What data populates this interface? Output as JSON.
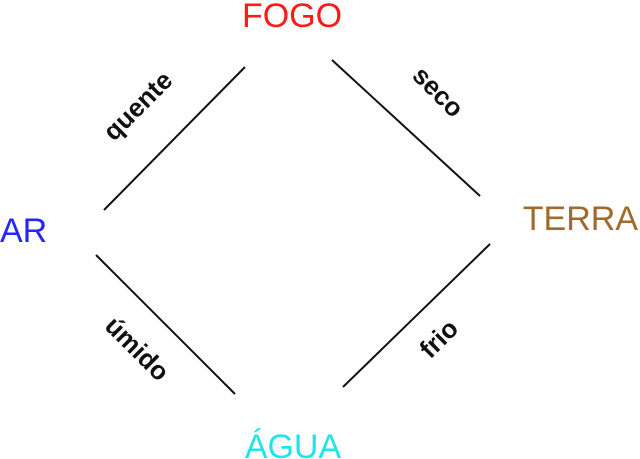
{
  "elements": {
    "fire": {
      "label": "FOGO",
      "color": "#ff1a1a"
    },
    "air": {
      "label": "AR",
      "color": "#2525ff"
    },
    "earth": {
      "label": "TERRA",
      "color": "#a06a2c"
    },
    "water": {
      "label": "ÁGUA",
      "color": "#22e3e8"
    }
  },
  "qualities": {
    "hot": "quente",
    "dry": "seco",
    "wet": "úmido",
    "cold": "frio"
  },
  "edge_color": "#111111"
}
